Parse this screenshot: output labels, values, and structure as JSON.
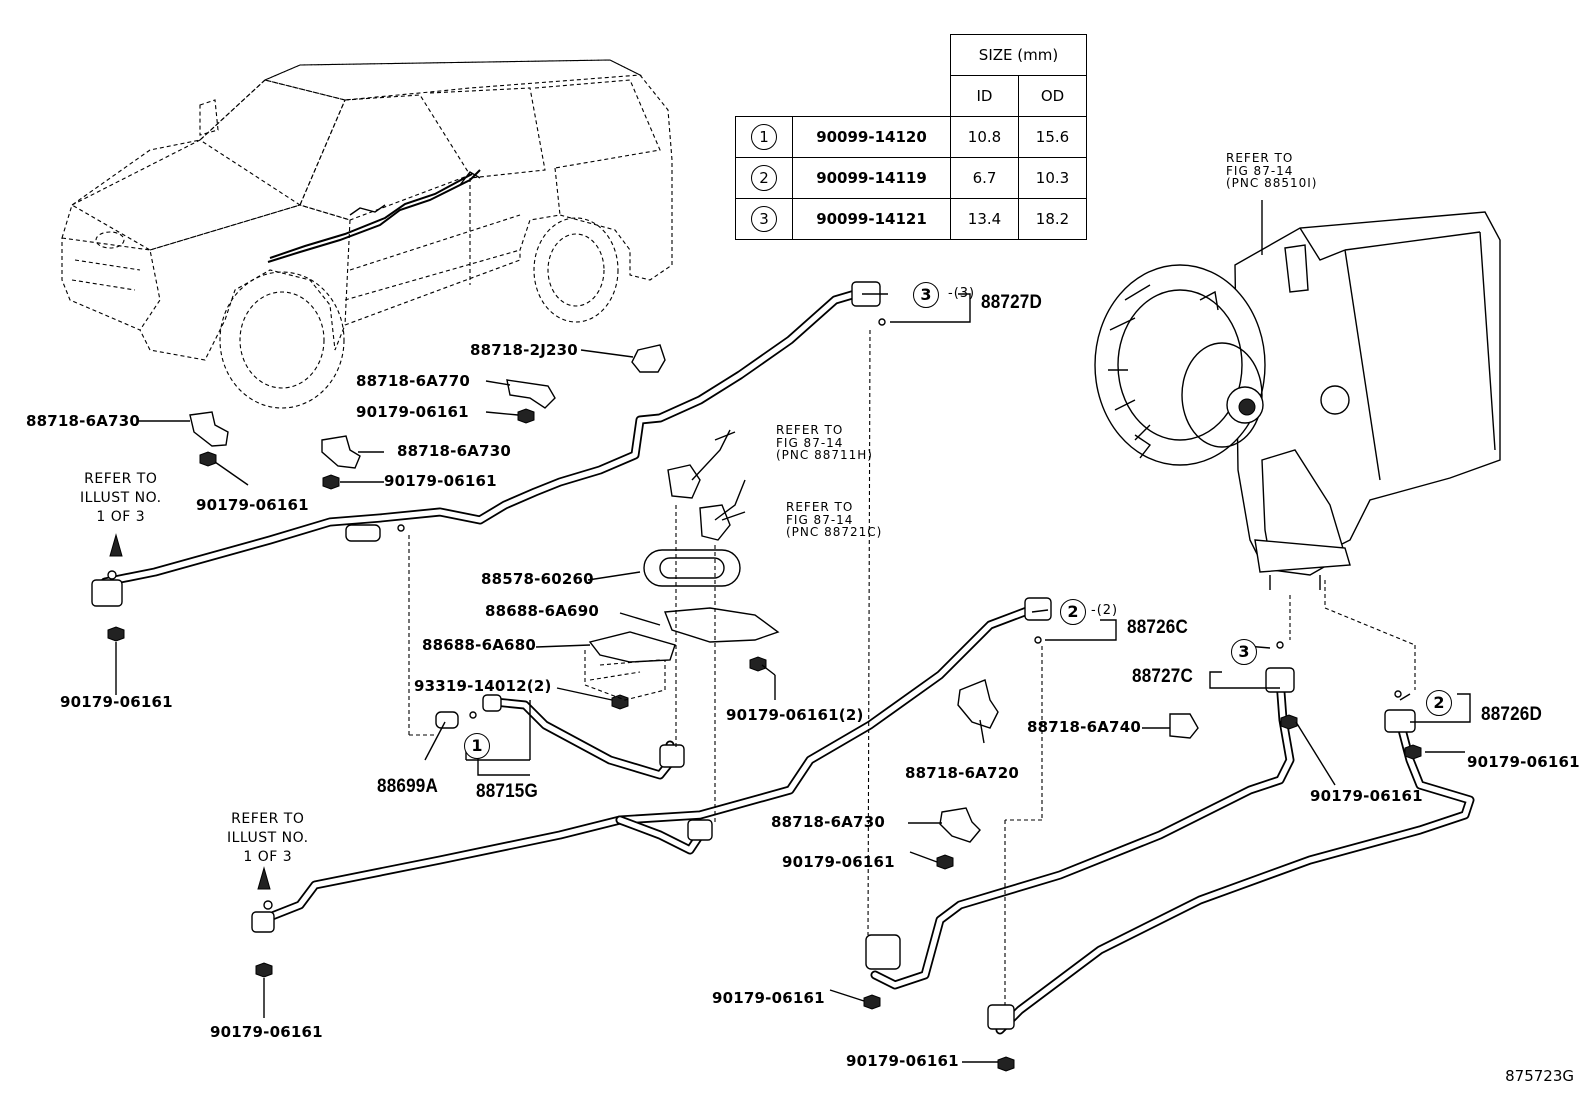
{
  "table": {
    "header": {
      "size": "SIZE (mm)",
      "id": "ID",
      "od": "OD"
    },
    "rows": [
      {
        "num": "1",
        "part": "90099-14120",
        "id": "10.8",
        "od": "15.6"
      },
      {
        "num": "2",
        "part": "90099-14119",
        "id": "6.7",
        "od": "10.3"
      },
      {
        "num": "3",
        "part": "90099-14121",
        "id": "13.4",
        "od": "18.2"
      }
    ]
  },
  "labels": {
    "p_88718_2J230": "88718-2J230",
    "p_88718_6A770": "88718-6A770",
    "p_90179_a": "90179-06161",
    "p_88718_6A730_a": "88718-6A730",
    "p_88718_6A730_b": "88718-6A730",
    "p_90179_b": "90179-06161",
    "p_90179_c": "90179-06161",
    "p_90179_d": "90179-06161",
    "p_88578": "88578-60260",
    "p_88688_6A690": "88688-6A690",
    "p_88688_6A680": "88688-6A680",
    "p_93319": "93319-14012(2)",
    "p_90179_e": "90179-06161(2)",
    "p_88699A": "88699A",
    "p_88715G": "88715G",
    "p_88727D": "88727D",
    "p_88726C": "88726C",
    "p_88727C": "88727C",
    "p_88726D": "88726D",
    "p_88718_6A720": "88718-6A720",
    "p_88718_6A740": "88718-6A740",
    "p_90179_f": "90179-06161",
    "p_90179_g": "90179-06161",
    "p_88718_6A730_c": "88718-6A730",
    "p_90179_h": "90179-06161",
    "p_90179_i": "90179-06161",
    "p_90179_j": "90179-06161",
    "p_90179_k": "90179-06161",
    "qty_3": "-(3)",
    "qty_2": "-(2)"
  },
  "callouts": {
    "c1": "1",
    "c2a": "2",
    "c2b": "2",
    "c3a": "3",
    "c3b": "3"
  },
  "refer_illust_a": [
    "REFER TO",
    "ILLUST NO.",
    "1  OF  3"
  ],
  "refer_illust_b": [
    "REFER TO",
    "ILLUST NO.",
    "1  OF  3"
  ],
  "refer_fig_a": [
    "REFER TO",
    "FIG 87-14",
    "(PNC 88711H)"
  ],
  "refer_fig_b": [
    "REFER TO",
    "FIG 87-14",
    "(PNC 88721C)"
  ],
  "refer_fig_c": [
    "REFER TO",
    "FIG 87-14",
    "(PNC 88510I)"
  ],
  "figure_code": "875723G"
}
